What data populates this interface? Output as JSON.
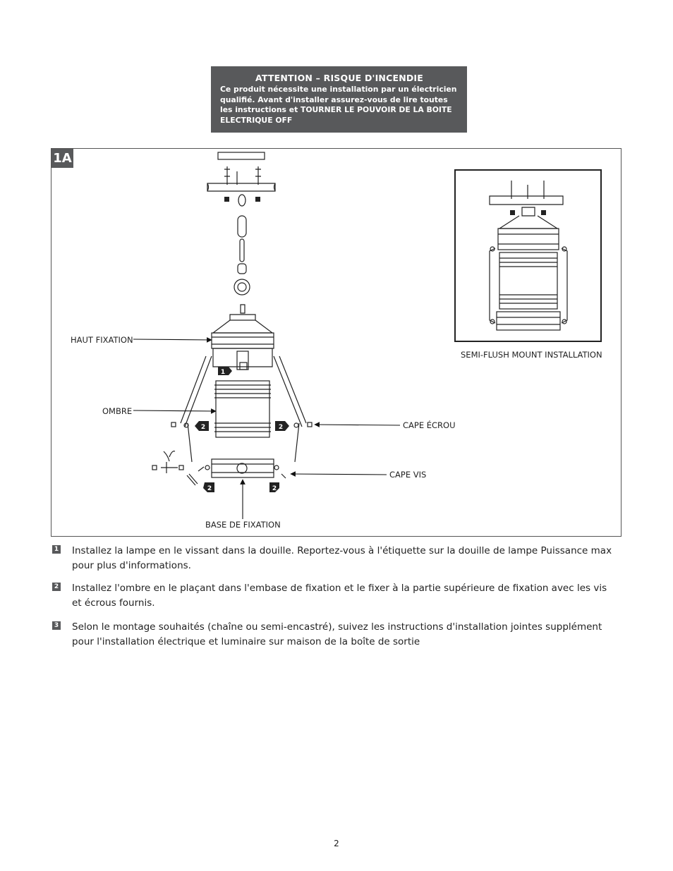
{
  "warning": {
    "title": "ATTENTION – RISQUE D'INCENDIE",
    "body": "Ce produit nécessite une installation par un électricien qualifié. Avant d'installer assurez-vous de lire toutes les instructions et TOURNER LE POUVOIR DE LA BOITE ELECTRIQUE OFF"
  },
  "figure": {
    "tag": "1A",
    "labels": {
      "haut_fixation": "HAUT FIXATION",
      "ombre": "OMBRE",
      "cape_ecrou": "CAPE ÉCROU",
      "cape_vis": "CAPE VIS",
      "base_fixation": "BASE DE FIXATION",
      "semi_flush": "SEMI-FLUSH MOUNT INSTALLATION"
    },
    "callouts": {
      "one": "1",
      "two": "2"
    }
  },
  "steps": [
    {
      "num": "1",
      "text": "Installez la lampe en le vissant dans la douille. Reportez-vous à l'étiquette sur la douille de lampe Puissance max pour plus d'informations."
    },
    {
      "num": "2",
      "text": "Installez l'ombre en le plaçant dans l'embase de fixation et le fixer à la partie supérieure de fixation avec les vis et écrous fournis."
    },
    {
      "num": "3",
      "text": "Selon le montage souhaités (chaîne ou semi-encastré), suivez les instructions d'installation jointes supplément pour l'installation électrique et luminaire sur maison de la boîte de sortie"
    }
  ],
  "page_number": "2"
}
